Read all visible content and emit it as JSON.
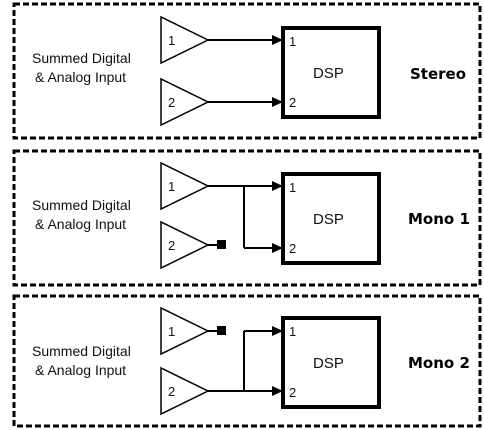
{
  "panels": [
    {
      "mode": "Stereo",
      "input_label_line1": "Summed Digital",
      "input_label_line2": "& Analog Input",
      "amp_labels": [
        "1",
        "2"
      ],
      "dsp_label": "DSP",
      "dsp_port_labels": [
        "1",
        "2"
      ]
    },
    {
      "mode": "Mono 1",
      "input_label_line1": "Summed Digital",
      "input_label_line2": "& Analog Input",
      "amp_labels": [
        "1",
        "2"
      ],
      "dsp_label": "DSP",
      "dsp_port_labels": [
        "1",
        "2"
      ]
    },
    {
      "mode": "Mono 2",
      "input_label_line1": "Summed Digital",
      "input_label_line2": "& Analog Input",
      "amp_labels": [
        "1",
        "2"
      ],
      "dsp_label": "DSP",
      "dsp_port_labels": [
        "1",
        "2"
      ]
    }
  ]
}
